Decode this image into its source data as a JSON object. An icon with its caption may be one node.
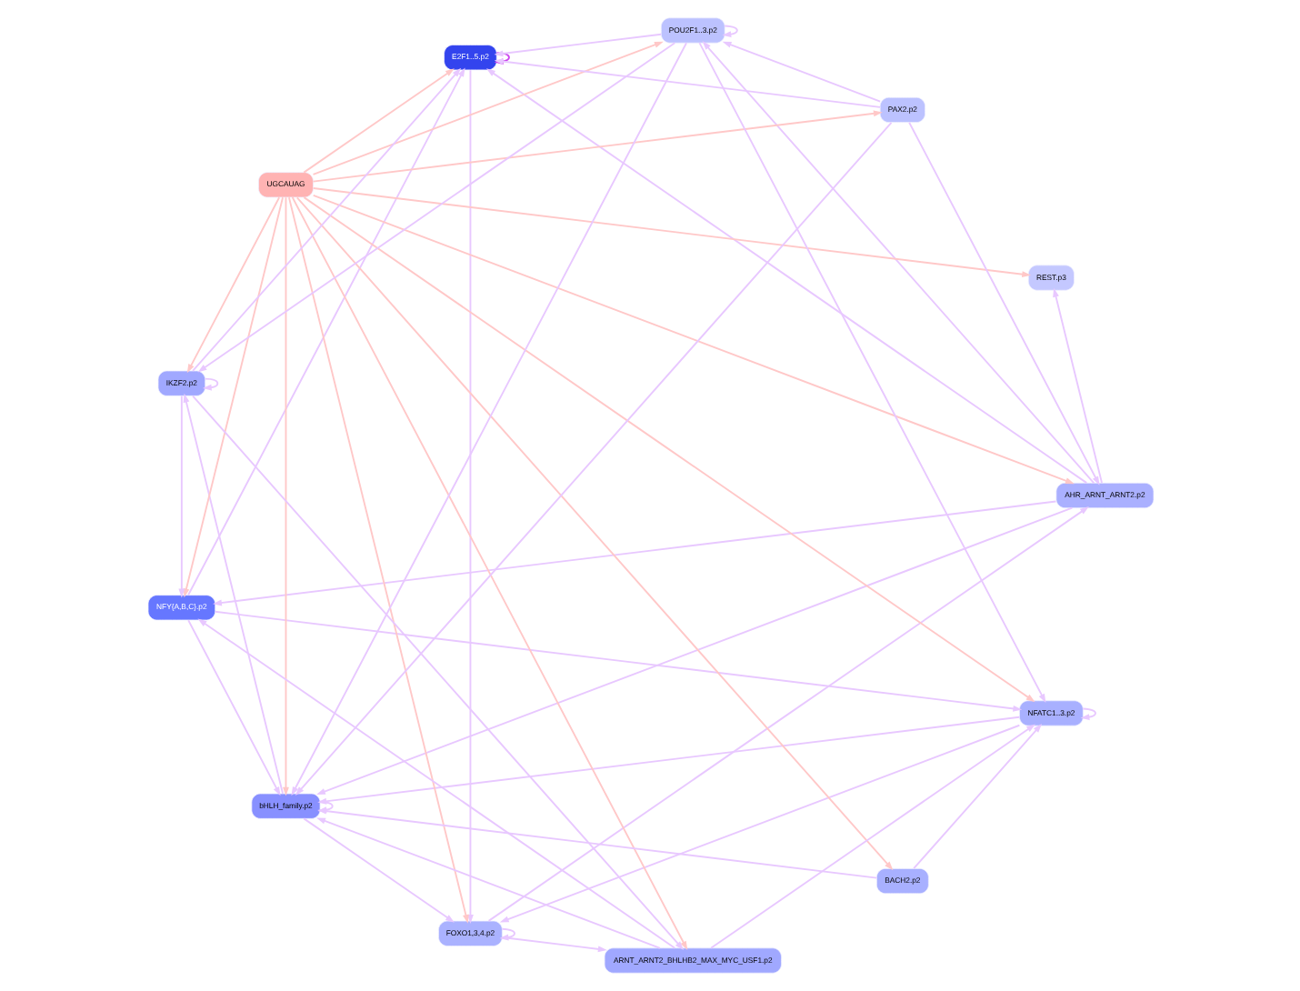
{
  "diagram": {
    "nodes": [
      {
        "text": [
          "NFY{A,B,C}.p2"
        ]
      },
      {
        "text": [
          "NFATC1..3.p2"
        ]
      },
      {
        "text": [
          "AHR_ARNT_ARNT2.p2"
        ]
      },
      {
        "text": [
          "bHLH_family.p2"
        ]
      },
      {
        "text": [
          "FOXO1,3,4.p2"
        ]
      },
      {
        "text": [
          "E2F1..5.p2"
        ]
      },
      {
        "text": [
          "UGCAUAG"
        ]
      },
      {
        "text": [
          "ARNT_ARNT2_BHLHB2_MAX_MYC_USF1.p2"
        ]
      },
      {
        "text": [
          "PAX2.p2"
        ]
      },
      {
        "text": [
          "BACH2.p2"
        ]
      },
      {
        "text": [
          "REST.p3"
        ]
      },
      {
        "text": [
          "IKZF2.p2"
        ]
      },
      {
        "text": [
          "POU2F1..3.p2"
        ]
      }
    ],
    "edges": [
      {
        "from": 6,
        "to": 0,
        "arrow": "to",
        "color": "#ffc8c8"
      },
      {
        "from": 6,
        "to": 1,
        "arrow": "to",
        "color": "#ffc8c8"
      },
      {
        "from": 6,
        "to": 2,
        "arrow": "to",
        "color": "#ffc8c8"
      },
      {
        "from": 6,
        "to": 3,
        "arrow": "to",
        "color": "#ffc8c8"
      },
      {
        "from": 6,
        "to": 4,
        "arrow": "to",
        "color": "#ffc8c8"
      },
      {
        "from": 6,
        "to": 5,
        "arrow": "to",
        "color": "#ffc8c8"
      },
      {
        "from": 6,
        "to": 7,
        "arrow": "to",
        "color": "#ffc8c8"
      },
      {
        "from": 6,
        "to": 8,
        "arrow": "to",
        "color": "#ffc8c8"
      },
      {
        "from": 6,
        "to": 9,
        "arrow": "to",
        "color": "#ffc8c8"
      },
      {
        "from": 6,
        "to": 10,
        "arrow": "to",
        "color": "#ffc8c8"
      },
      {
        "from": 6,
        "to": 11,
        "arrow": "to",
        "color": "#ffc8c8"
      },
      {
        "from": 6,
        "to": 12,
        "arrow": "to",
        "color": "#ffc8c8"
      },
      {
        "from": 0,
        "to": 1,
        "arrow": "to"
      },
      {
        "from": 1,
        "to": 1,
        "arrow": "to"
      },
      {
        "from": 1,
        "to": 3,
        "arrow": "to"
      },
      {
        "from": 0,
        "to": 3,
        "arrow": "to"
      },
      {
        "from": 0,
        "to": 5,
        "arrow": "to"
      },
      {
        "from": 2,
        "to": 0,
        "arrow": "to"
      },
      {
        "from": 2,
        "to": 3,
        "arrow": "to"
      },
      {
        "from": 2,
        "to": 5,
        "arrow": "to"
      },
      {
        "from": 3,
        "to": 3,
        "arrow": "to"
      },
      {
        "from": 5,
        "to": 5,
        "arrow": "to",
        "color": "#cc44ee"
      },
      {
        "from": 4,
        "to": 4,
        "arrow": "to"
      },
      {
        "from": 4,
        "to": 7,
        "arrow": "to"
      },
      {
        "from": 4,
        "to": 2,
        "arrow": "to"
      },
      {
        "from": 1,
        "to": 4,
        "arrow": "to"
      },
      {
        "from": 3,
        "to": 4,
        "arrow": "to"
      },
      {
        "from": 5,
        "to": 4,
        "arrow": "to"
      },
      {
        "from": 8,
        "to": 5,
        "arrow": "to"
      },
      {
        "from": 8,
        "to": 2,
        "arrow": "to"
      },
      {
        "from": 8,
        "to": 3,
        "arrow": "to"
      },
      {
        "from": 11,
        "to": 5,
        "arrow": "to"
      },
      {
        "from": 12,
        "to": 5,
        "arrow": "to"
      },
      {
        "from": 12,
        "to": 11,
        "arrow": "to"
      },
      {
        "from": 11,
        "to": 11,
        "arrow": "to"
      },
      {
        "from": 12,
        "to": 12,
        "arrow": "to"
      },
      {
        "from": 11,
        "to": 0,
        "arrow": "to"
      },
      {
        "from": 11,
        "to": 7,
        "arrow": "to"
      },
      {
        "from": 12,
        "to": 3,
        "arrow": "to"
      },
      {
        "from": 12,
        "to": 1,
        "arrow": "to"
      },
      {
        "from": 9,
        "to": 1,
        "arrow": "to"
      },
      {
        "from": 9,
        "to": 3,
        "arrow": "to"
      },
      {
        "from": 2,
        "to": 12,
        "arrow": "to"
      },
      {
        "from": 2,
        "to": 10,
        "arrow": "to"
      },
      {
        "from": 7,
        "to": 0,
        "arrow": "to"
      },
      {
        "from": 7,
        "to": 1,
        "arrow": "to"
      },
      {
        "from": 7,
        "to": 3,
        "arrow": "to"
      },
      {
        "from": 3,
        "to": 11,
        "arrow": "to"
      },
      {
        "from": 8,
        "to": 12,
        "arrow": "to"
      }
    ]
  }
}
